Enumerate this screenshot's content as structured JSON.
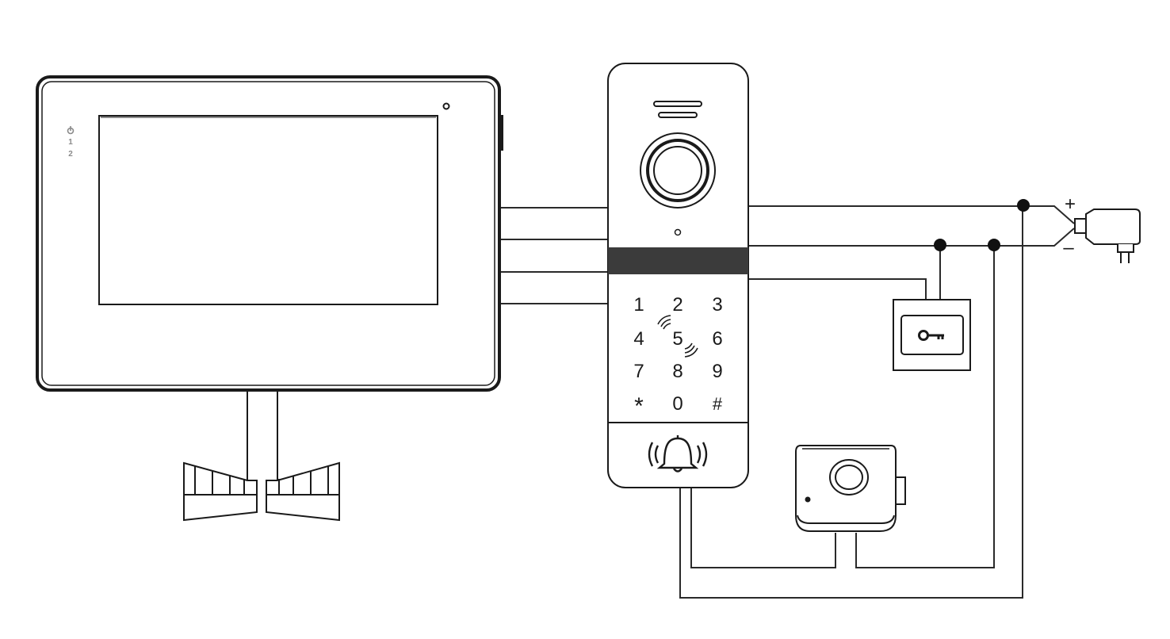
{
  "monitor": {
    "indicators": [
      "1",
      "2"
    ]
  },
  "door_station": {
    "keypad": [
      [
        "1",
        "2",
        "3"
      ],
      [
        "4",
        "5",
        "6"
      ],
      [
        "7",
        "8",
        "9"
      ],
      [
        "*",
        "0",
        "#"
      ]
    ]
  },
  "power_supply": {
    "plus_label": "+",
    "minus_label": "–"
  },
  "colors": {
    "line": "#1a1a1a",
    "keypad_band": "#3b3b3b",
    "indicator": "#8a8a8a"
  },
  "icons": [
    "power-icon",
    "camera-lens-icon",
    "rfid-icon",
    "bell-icon",
    "key-icon",
    "plug-icon"
  ]
}
